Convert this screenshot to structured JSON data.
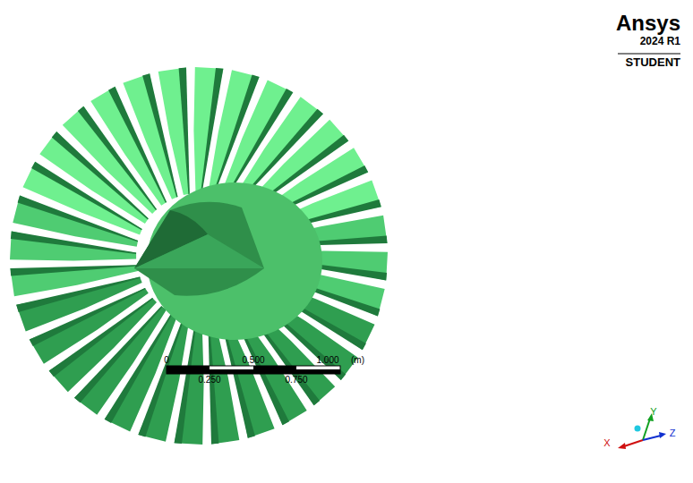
{
  "diagram": {
    "labels": [
      "Ansys",
      "2024 R1",
      "STUDENT",
      "0",
      "0.500",
      "1.000",
      "(m)",
      "0.250",
      "0.750",
      "X",
      "Y",
      "Z"
    ]
  }
}
